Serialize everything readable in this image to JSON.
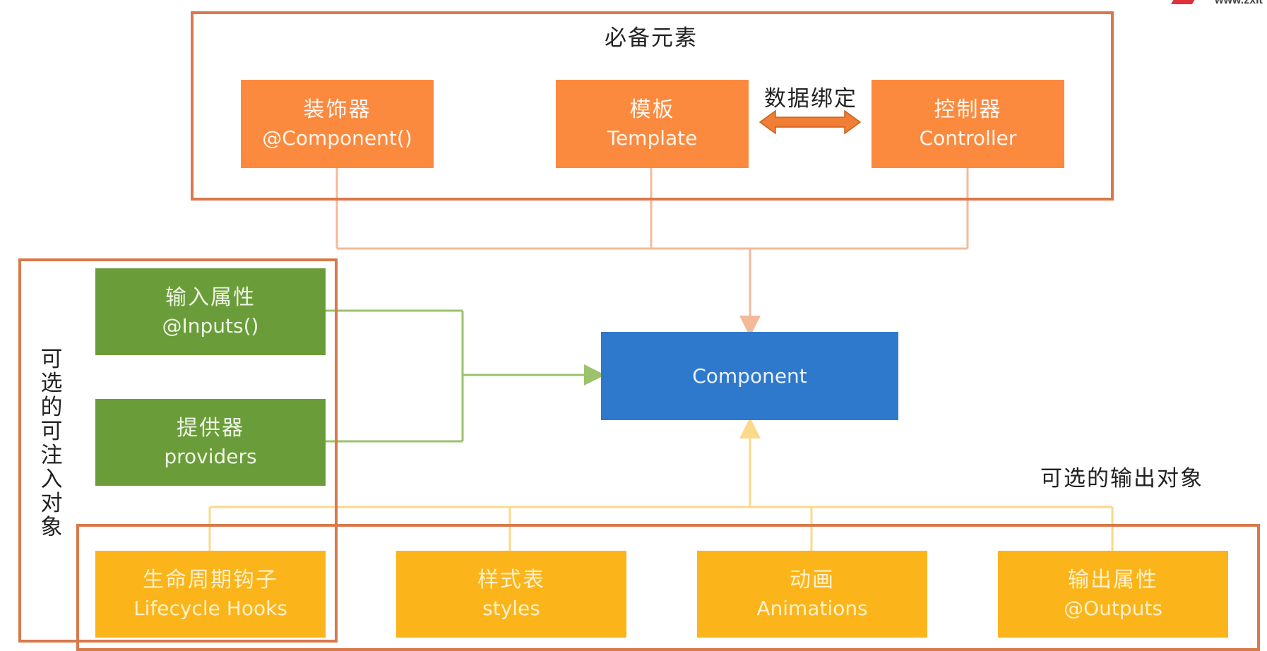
{
  "required": {
    "title": "必备元素",
    "decorator": {
      "zh": "装饰器",
      "en": "@Component()"
    },
    "template": {
      "zh": "模板",
      "en": "Template"
    },
    "controller": {
      "zh": "控制器",
      "en": "Controller"
    },
    "binding_label": "数据绑定"
  },
  "component": {
    "label": "Component"
  },
  "injectable": {
    "title": "可选的可注入对象",
    "title_chars": [
      "可",
      "选",
      "的",
      "可",
      "注",
      "入",
      "对",
      "象"
    ],
    "inputs": {
      "zh": "输入属性",
      "en": "@Inputs()"
    },
    "providers": {
      "zh": "提供器",
      "en": "providers"
    }
  },
  "outputs": {
    "title": "可选的输出对象",
    "lifecycle": {
      "zh": "生命周期钩子",
      "en": "Lifecycle Hooks"
    },
    "styles": {
      "zh": "样式表",
      "en": "styles"
    },
    "animations": {
      "zh": "动画",
      "en": "Animations"
    },
    "outputs_prop": {
      "zh": "输出属性",
      "en": "@Outputs"
    }
  },
  "colors": {
    "frame": "#d9784a",
    "orange_box": "#fb8a3f",
    "green_box": "#6b9c3a",
    "blue_box": "#2f79cc",
    "yellow_box": "#fbb41a",
    "orange_line": "#f4b999",
    "green_line": "#9cc26b",
    "yellow_line": "#fbd98a",
    "binding_arrow": "#f07e35"
  },
  "watermark": {
    "url": "www.zxit"
  }
}
